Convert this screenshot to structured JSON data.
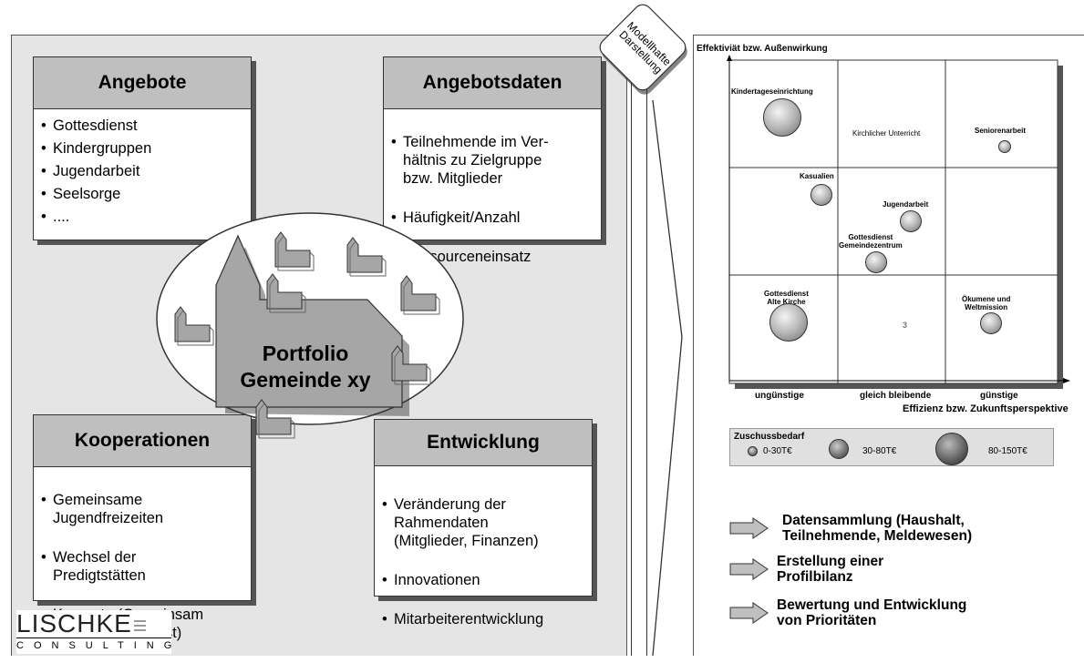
{
  "boxes": {
    "angebote": {
      "title": "Angebote",
      "items": [
        "Gottesdienst",
        "Kindergruppen",
        "Jugendarbeit",
        "Seelsorge",
        "...."
      ]
    },
    "angebotsdaten": {
      "title": "Angebotsdaten",
      "items": [
        "Teilnehmende im Ver-\nhältnis zu Zielgruppe\nbzw. Mitglieder",
        "Häufigkeit/Anzahl",
        "Ressourceneinsatz"
      ]
    },
    "kooperationen": {
      "title": "Kooperationen",
      "items": [
        "Gemeinsame\nJugendfreizeiten",
        "Wechsel der\nPredigtstätten",
        "Konzerte (Gemeinsam\ngenutzter Organist)"
      ]
    },
    "entwicklung": {
      "title": "Entwicklung",
      "items": [
        "Veränderung der\nRahmendaten\n(Mitglieder, Finanzen)",
        "Innovationen",
        "Mitarbeiterentwicklung"
      ]
    }
  },
  "center": {
    "line1": "Portfolio",
    "line2": "Gemeinde xy"
  },
  "badge": {
    "text": "Modellhafte\nDarstellung"
  },
  "logo": {
    "name": "LISCHKE",
    "sub": "CONSULTING"
  },
  "matrix": {
    "y_title": "Effektiviät bzw. Außenwirkung",
    "x_title": "Effizienz bzw. Zukunftsperspektive",
    "x_ticks": [
      "ungünstige",
      "gleich bleibende",
      "günstige"
    ],
    "center_number": "3",
    "items": [
      {
        "label": "Kindertageseinrichtung",
        "size": "large"
      },
      {
        "label": "Kirchlicher Unterricht",
        "size": "none"
      },
      {
        "label": "Seniorenarbeit",
        "size": "small"
      },
      {
        "label": "Kasualien",
        "size": "medium"
      },
      {
        "label": "Jugendarbeit",
        "size": "medium"
      },
      {
        "label": "Gottesdienst\nGemeindezentrum",
        "size": "medium"
      },
      {
        "label": "Gottesdienst\nAlte Kirche",
        "size": "large"
      },
      {
        "label": "Ökumene und\nWeltmission",
        "size": "medium"
      }
    ]
  },
  "legend": {
    "title": "Zuschussbedarf",
    "entries": [
      {
        "label": "0-30T€",
        "size": "small"
      },
      {
        "label": "30-80T€",
        "size": "medium"
      },
      {
        "label": "80-150T€",
        "size": "large"
      }
    ]
  },
  "actions": [
    "Datensammlung (Haushalt,\nTeilnehmende, Meldewesen)",
    "Erstellung einer\nProfilbilanz",
    "Bewertung und Entwicklung\nvon Prioritäten"
  ],
  "colors": {
    "panel": "#e5e5e5",
    "box_header": "#bfbfbf",
    "house": "#a6a6a6",
    "border": "#333333"
  }
}
